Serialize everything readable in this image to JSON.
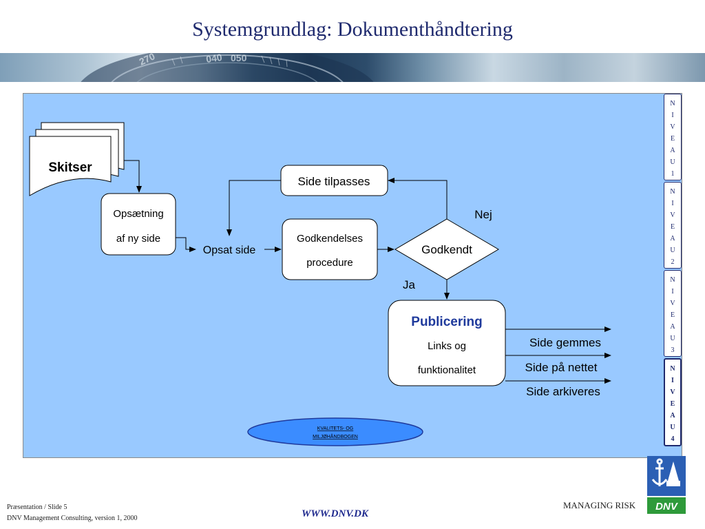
{
  "title": "Systemgrundlag: Dokumenthåndtering",
  "diagram": {
    "skitser": "Skitser",
    "opsaetning_line1": "Opsætning",
    "opsaetning_line2": "af ny side",
    "opsat_side": "Opsat side",
    "godkendelses_line1": "Godkendelses",
    "godkendelses_line2": "procedure",
    "side_tilpasses": "Side tilpasses",
    "godkendt": "Godkendt",
    "nej": "Nej",
    "ja": "Ja",
    "publicering": "Publicering",
    "links_og": "Links og",
    "funktionalitet": "funktionalitet",
    "side_gemmes": "Side gemmes",
    "side_paa_nettet": "Side på nettet",
    "side_arkiveres": "Side arkiveres",
    "ellipse_line1": "KVALITETS- OG",
    "ellipse_line2": "MILJØHÅNDBOGEN"
  },
  "niveau": [
    {
      "letters": [
        "N",
        "I",
        "V",
        "E",
        "A",
        "U",
        "1"
      ]
    },
    {
      "letters": [
        "N",
        "I",
        "V",
        "E",
        "A",
        "U",
        "2"
      ]
    },
    {
      "letters": [
        "N",
        "I",
        "V",
        "E",
        "A",
        "U",
        "3"
      ]
    },
    {
      "letters": [
        "N",
        "I",
        "V",
        "E",
        "A",
        "U",
        "4"
      ]
    }
  ],
  "footer": {
    "slide": "Præsentation / Slide 5",
    "company": "DNV Management Consulting, version 1, 2000",
    "url": "WWW.DNV.DK",
    "managing_risk": "MANAGING RISK",
    "logo_text": "DNV"
  },
  "colors": {
    "title": "#1f2a6e",
    "panel": "#99c9ff",
    "ellipse": "#3b8cff"
  }
}
